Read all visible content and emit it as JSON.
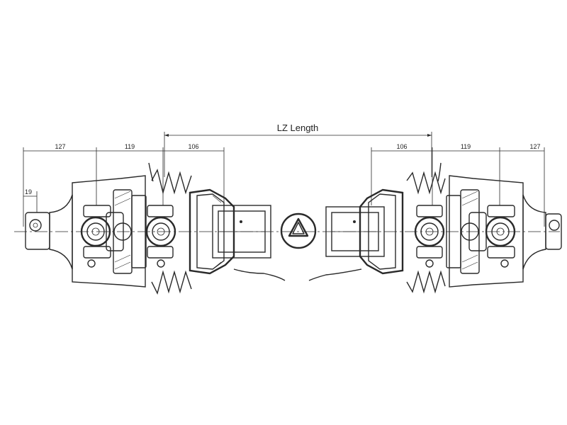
{
  "dimensions": {
    "lz_length": "LZ Length",
    "left_127": "127",
    "left_119": "119",
    "left_106": "106",
    "left_19": "19",
    "right_106": "106",
    "right_119": "119",
    "right_127": "127"
  }
}
